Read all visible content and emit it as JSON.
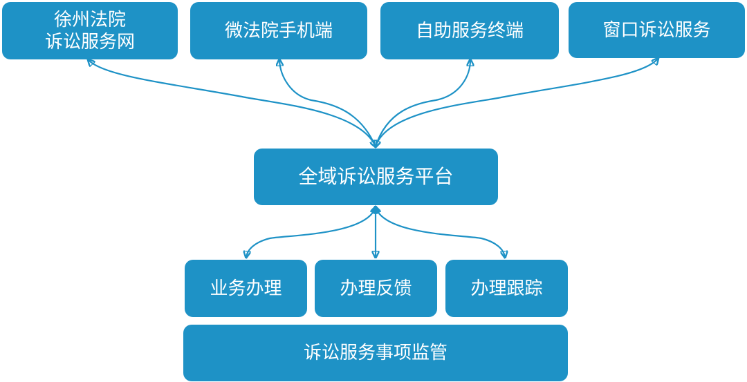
{
  "channels": [
    {
      "lines": [
        "徐州法院",
        "诉讼服务网"
      ]
    },
    {
      "lines": [
        "微法院手机端"
      ]
    },
    {
      "lines": [
        "自助服务终端"
      ]
    },
    {
      "lines": [
        "窗口诉讼服务"
      ]
    }
  ],
  "platform": {
    "label": "全域诉讼服务平台"
  },
  "functions": [
    {
      "label": "业务办理"
    },
    {
      "label": "办理反馈"
    },
    {
      "label": "办理跟踪"
    }
  ],
  "supervision": {
    "label": "诉讼服务事项监管"
  },
  "colors": {
    "box_fill": "#1e92c6",
    "arrow": "#1e92c6",
    "text": "#ffffff"
  }
}
